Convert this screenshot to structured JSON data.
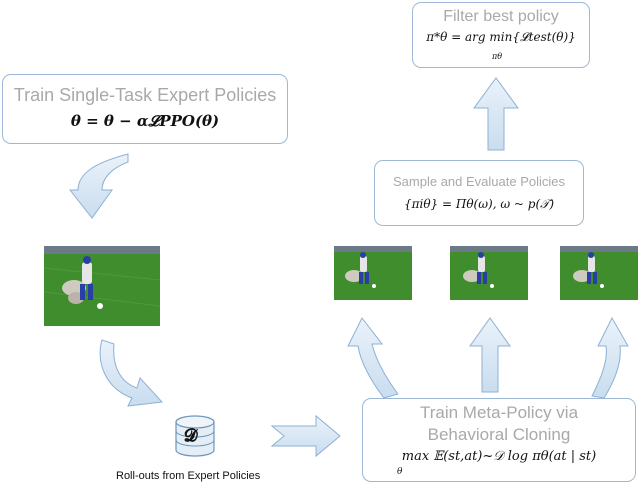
{
  "boxes": {
    "filter": {
      "title": "Filter best policy",
      "equation": "π*θ = arg min{𝓛test(θ)}",
      "subscript": "πθ"
    },
    "train_expert": {
      "title": "Train Single-Task Expert Policies",
      "equation": "θ = θ − α𝓛PPO(θ)"
    },
    "sample_eval": {
      "title": "Sample and Evaluate Policies",
      "equation": "{πiθ} = Πθ(ω), ω ~ p(𝒯)"
    },
    "meta": {
      "title_line1": "Train Meta-Policy via",
      "title_line2": "Behavioral Cloning",
      "equation": "max 𝔼(st,at)~𝒟 log πθ(at | st)",
      "subscript": "θ"
    }
  },
  "dataset": {
    "symbol": "𝓓",
    "caption": "Roll-outs from Expert Policies"
  },
  "colors": {
    "box_border": "#9db8d6",
    "arrow_fill": "#d6e6f4",
    "arrow_stroke": "#8eb0d3",
    "grass": "#3f8d2c",
    "title_grey": "#a9a9a9"
  }
}
